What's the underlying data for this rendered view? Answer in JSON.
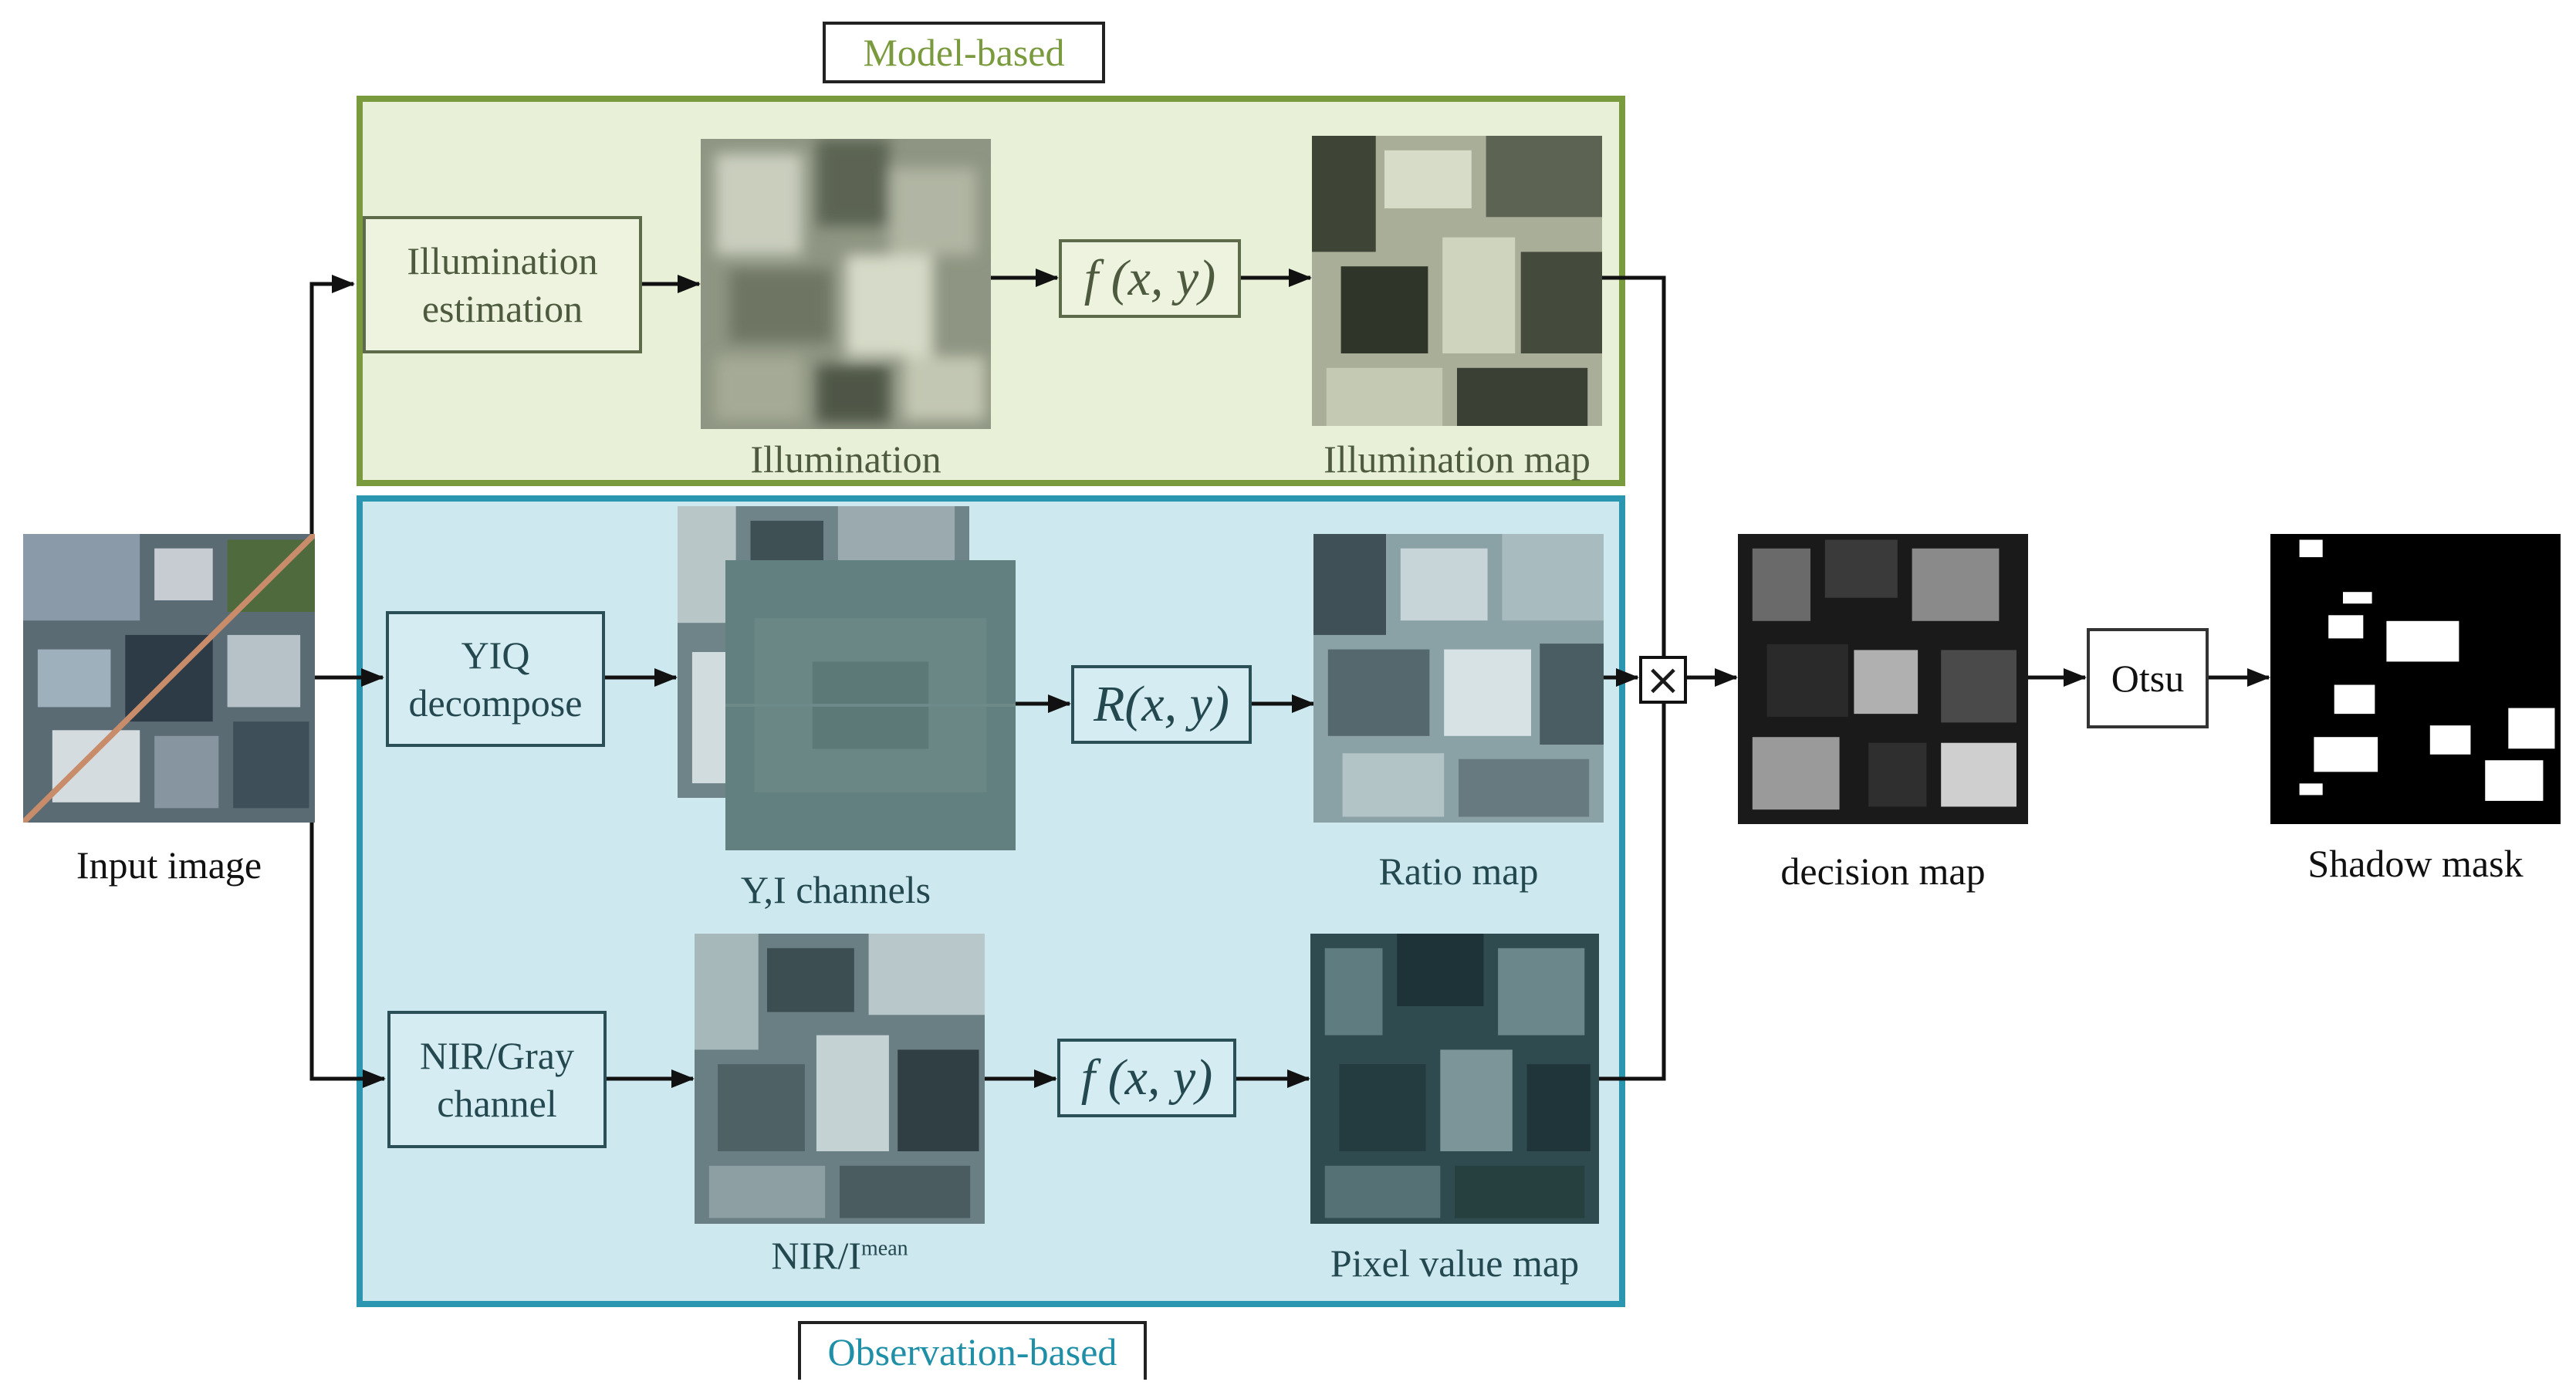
{
  "regions": {
    "model_based": "Model-based",
    "observation_based": "Observation-based"
  },
  "nodes": {
    "illumination_estimation": "Illumination\nestimation",
    "yiq_decompose": "YIQ\ndecompose",
    "nir_gray_channel": "NIR/Gray\nchannel",
    "otsu": "Otsu",
    "multiply": "×"
  },
  "functions": {
    "f_top": "f (x, y)",
    "r_mid": "R(x, y)",
    "f_bottom": "f (x, y)"
  },
  "captions": {
    "input_image": "Input image",
    "illumination": "Illumination",
    "illumination_map": "Illumination map",
    "yi_channels": "Y,I channels",
    "ratio_map": "Ratio map",
    "nir_base": "NIR/I",
    "nir_sup": "mean",
    "pixel_value_map": "Pixel value map",
    "decision_map": "decision map",
    "shadow_mask": "Shadow mask"
  },
  "colors": {
    "model_border": "#7a9a3e",
    "model_fill": "#e9f0d8",
    "model_text": "#7a9a3e",
    "observation_border": "#2a96b0",
    "observation_fill": "#cde9ef",
    "observation_text": "#1f8fa8"
  }
}
